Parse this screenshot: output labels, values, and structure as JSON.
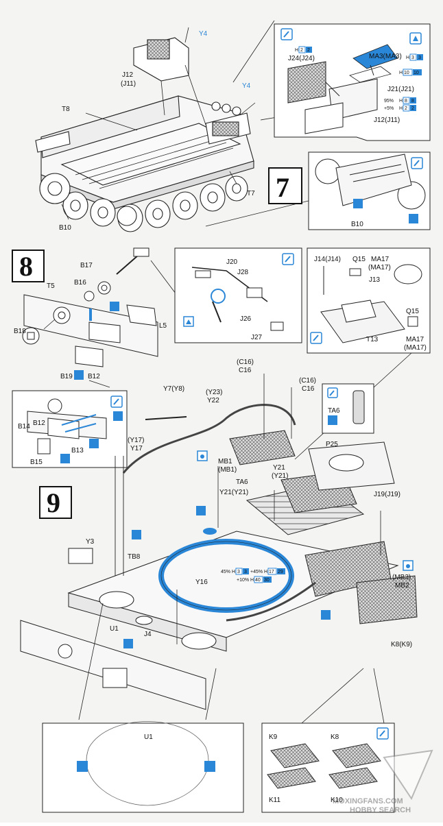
{
  "steps": {
    "s7": "7",
    "s8": "8",
    "s9": "9"
  },
  "step7": {
    "parts": [
      "Y4",
      "J12",
      "(J11)",
      "T8",
      "Y4",
      "T7",
      "B10"
    ],
    "inset_top": [
      "MA3(MA3)",
      "J24(J24)",
      "J21(J21)",
      "J12(J11)"
    ],
    "paint_top": [
      "H",
      "2",
      "2",
      "H",
      "3",
      "3",
      "H",
      "10",
      "10",
      "95%",
      "H",
      "8",
      "8",
      "+5%",
      "H",
      "2",
      "2"
    ],
    "inset_tracks": [
      "B10"
    ]
  },
  "step8": {
    "parts": [
      "B17",
      "B16",
      "T5",
      "L5",
      "B18",
      "B19",
      "B12"
    ],
    "inset_mg": [
      "J20",
      "J28",
      "J26",
      "J27"
    ],
    "inset_turret": [
      "J14(J14)",
      "Q15",
      "MA17",
      "(MA17)",
      "J13",
      "Q15",
      "T13",
      "MA17",
      "(MA17)"
    ],
    "inset_bracket": [
      "B14",
      "B12",
      "B15",
      "B13"
    ]
  },
  "step9": {
    "parts": [
      "(C16)",
      "C16",
      "(C16)",
      "C16",
      "Y7(Y8)",
      "(Y23)",
      "Y22",
      "(Y17)",
      "Y17",
      "MB1",
      "(MB1)",
      "TA6",
      "Y21",
      "(Y21)",
      "Y21(Y21)",
      "P25",
      "J19(J19)",
      "Y3",
      "TB8",
      "Y16",
      "U1",
      "J4",
      "(MB3)",
      "MB2",
      "K8(K9)"
    ],
    "ta6_inset": "TA6",
    "paint_ring": [
      "45%",
      "H",
      "3",
      "3",
      "+45%",
      "H",
      "17",
      "29",
      "+10%",
      "H",
      "40",
      "30"
    ],
    "inset_u1": [
      "U1"
    ],
    "inset_k": [
      "K9",
      "K8",
      "K11",
      "K10"
    ]
  },
  "watermark": {
    "line1": "MOXINGFANS.COM",
    "line2": "HOBBY SEARCH"
  },
  "colors": {
    "accent_blue": "#2a86d6",
    "line": "#222222",
    "paper": "#f4f4f2"
  }
}
